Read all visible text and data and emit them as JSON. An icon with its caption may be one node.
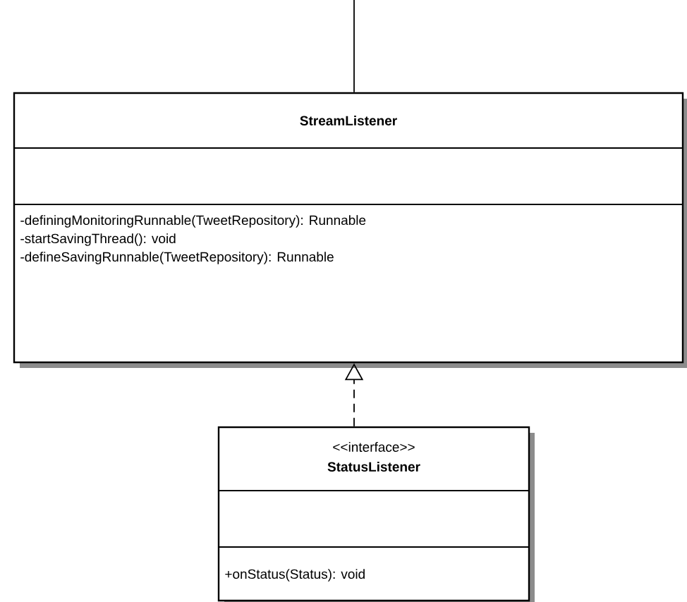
{
  "diagram": {
    "nodes": [
      {
        "text": [
          "StreamListener",
          "-definingMonitoringRunnable(TweetRepository): Runnable",
          "-startSavingThread(): void",
          "-defineSavingRunnable(TweetRepository): Runnable"
        ]
      },
      {
        "text": [
          "<<interface>>",
          "StatusListener",
          "+onStatus(Status): void"
        ]
      }
    ],
    "edges": [
      {
        "from": null,
        "to": 0,
        "arrow": "none"
      },
      {
        "from": 1,
        "to": 0,
        "arrow": "to",
        "style": "dashed"
      }
    ]
  }
}
